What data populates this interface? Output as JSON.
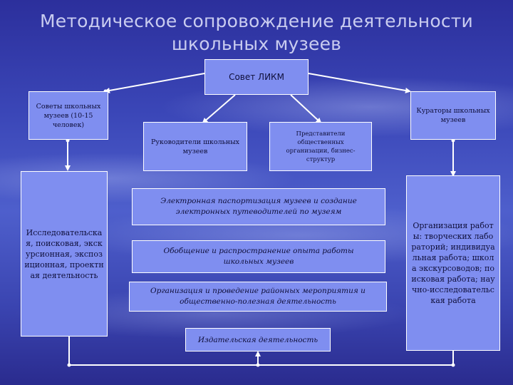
{
  "title": {
    "line1": "Методическое сопровождение деятельности",
    "line2": "школьных музеев"
  },
  "nodes": {
    "sovet": "Совет ЛИКМ",
    "sovety_muzeev": "Советы школьных музеев (10-15 человек)",
    "kuratory": "Кураторы школьных музеев",
    "rukovoditeli": "Руководители школьных музеев",
    "predstaviteli": "Представители общественных организации, бизнес-структур",
    "issledovatelskaya": "Исследовательская, поисковая, экскурсионная, экспозиционная, проектная деятельность",
    "pasportizaciya": "Электронная паспортизация музеев и создание электронных путеводителей по музеям",
    "obobschenie": "Обобщение и распространение опыта работы школьных музеев",
    "organizaciya_meropriyatiy": "Организация и проведение районных мероприятия и общественно-полезная деятельность",
    "izdatelskaya": "Издательская деятельность",
    "organizaciya_raboty": "Организация работы: творческих лабораторий; индивидуальная работа; школа экскурсоводов; поисковая работа; научно-исследовательская работа"
  },
  "colors": {
    "box_fill": "#7f8ef0",
    "box_border": "#ffffff",
    "connector": "#ffffff",
    "title_text": "#c9ccf0"
  }
}
